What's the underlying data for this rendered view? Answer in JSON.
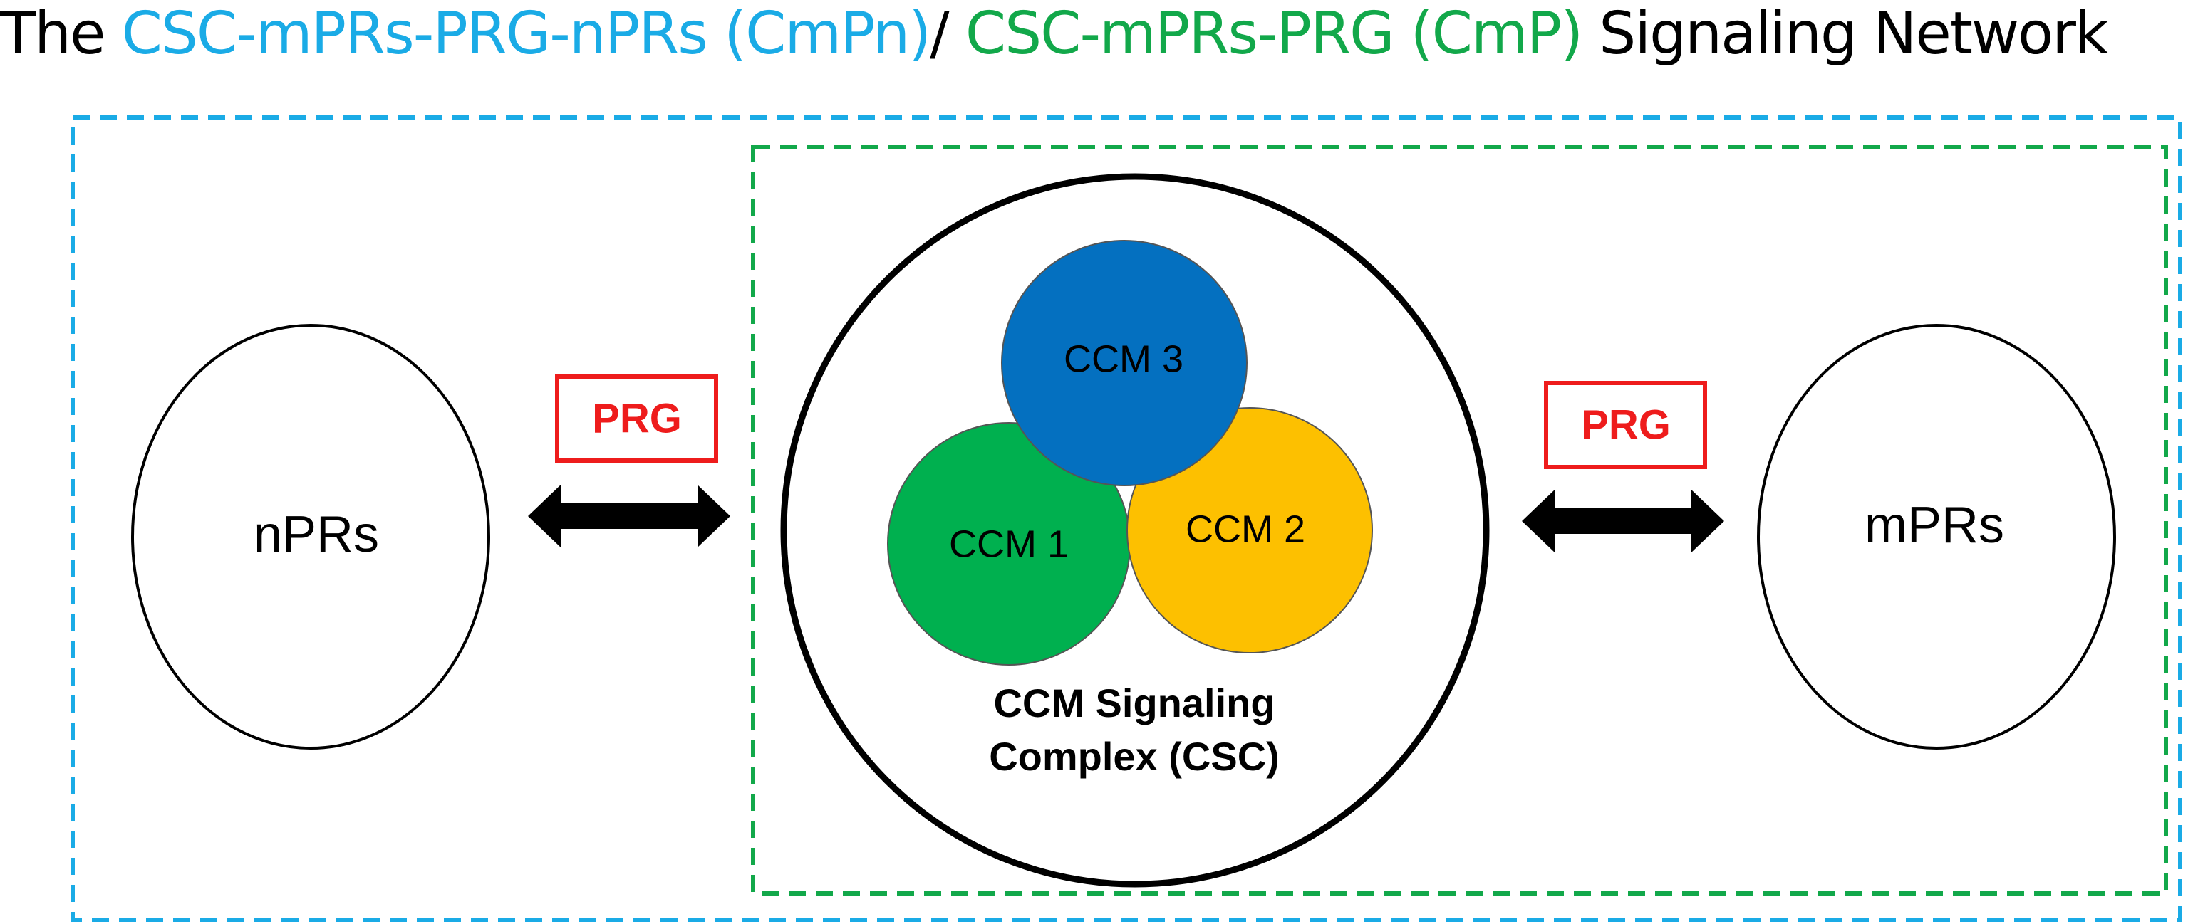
{
  "title": {
    "prefix": "The ",
    "cmpn": "CSC-mPRs-PRG-nPRs (CmPn)",
    "slash": "/ ",
    "cmp": "CSC-mPRs-PRG (CmP)",
    "suffix": " Signaling Network"
  },
  "colors": {
    "cmpn_blue": "#1aabe6",
    "cmp_green": "#12a84a",
    "ccm3": "#0470c0",
    "ccm1": "#00b04f",
    "ccm2": "#fdc000",
    "prg_red": "#ee1c1c"
  },
  "nodes": {
    "npr": "nPRs",
    "mpr": "mPRs",
    "ccm1": "CCM 1",
    "ccm2": "CCM 2",
    "ccm3": "CCM 3",
    "csc_line1": "CCM Signaling",
    "csc_line2": "Complex (CSC)"
  },
  "prg": {
    "left": "PRG",
    "right": "PRG"
  }
}
